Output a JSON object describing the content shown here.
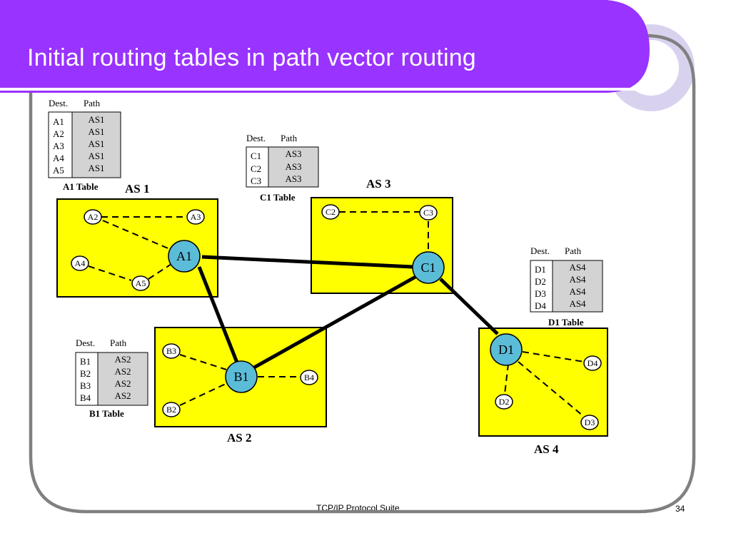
{
  "slide": {
    "title": "Initial routing tables in path vector routing",
    "footer": "TCP/IP Protocol Suite",
    "page_number": "34",
    "colors": {
      "accent": "#9933FF",
      "as_fill": "#FFFF00",
      "router_fill": "#5BBCD8",
      "table_fill": "#D3D3D3"
    }
  },
  "diagram": {
    "as_labels": {
      "as1": "AS 1",
      "as2": "AS 2",
      "as3": "AS 3",
      "as4": "AS 4"
    },
    "routers": {
      "a1": "A1",
      "b1": "B1",
      "c1": "C1",
      "d1": "D1"
    },
    "nodes": {
      "a2": "A2",
      "a3": "A3",
      "a4": "A4",
      "a5": "A5",
      "b2": "B2",
      "b3": "B3",
      "b4": "B4",
      "c2": "C2",
      "c3": "C3",
      "d2": "D2",
      "d3": "D3",
      "d4": "D4"
    },
    "tables": {
      "a1": {
        "dest_header": "Dest.",
        "path_header": "Path",
        "caption": "A1 Table",
        "dests": [
          "A1",
          "A2",
          "A3",
          "A4",
          "A5"
        ],
        "paths": [
          "AS1",
          "AS1",
          "AS1",
          "AS1",
          "AS1"
        ]
      },
      "b1": {
        "dest_header": "Dest.",
        "path_header": "Path",
        "caption": "B1 Table",
        "dests": [
          "B1",
          "B2",
          "B3",
          "B4"
        ],
        "paths": [
          "AS2",
          "AS2",
          "AS2",
          "AS2"
        ]
      },
      "c1": {
        "dest_header": "Dest.",
        "path_header": "Path",
        "caption": "C1 Table",
        "dests": [
          "C1",
          "C2",
          "C3"
        ],
        "paths": [
          "AS3",
          "AS3",
          "AS3"
        ]
      },
      "d1": {
        "dest_header": "Dest.",
        "path_header": "Path",
        "caption": "D1 Table",
        "dests": [
          "D1",
          "D2",
          "D3",
          "D4"
        ],
        "paths": [
          "AS4",
          "AS4",
          "AS4",
          "AS4"
        ]
      }
    }
  }
}
